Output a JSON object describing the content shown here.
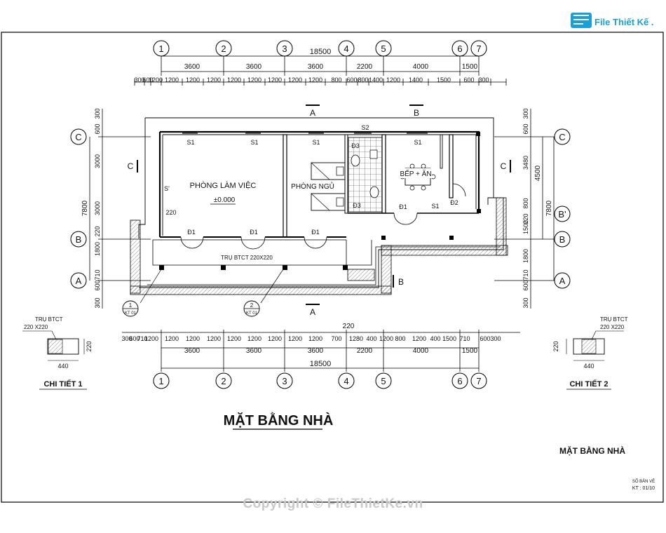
{
  "logo": {
    "text": "File Thiết Kế .vn"
  },
  "title_main": "MẶT BẰNG NHÀ",
  "title_small": "MẶT BẰNG NHÀ",
  "sheet": {
    "label": "SỐ BẢN VẼ",
    "code": "KT : 01/10"
  },
  "grid_axes": [
    "1",
    "2",
    "3",
    "4",
    "5",
    "6",
    "7"
  ],
  "row_axes_left": [
    "C",
    "B",
    "A"
  ],
  "row_axes_right": [
    "C",
    "B'",
    "B",
    "A"
  ],
  "total_dim": "18500",
  "top_bay_dims": [
    "3600",
    "3600",
    "3600",
    "2200",
    "4000",
    "1500"
  ],
  "top_detail_dims": [
    "300",
    "600",
    "1200",
    "1200",
    "1200",
    "1200",
    "1200",
    "1200",
    "1200",
    "1200",
    "1200",
    "800",
    "600",
    "800",
    "1400",
    "1200",
    "1400",
    "1500",
    "600",
    "300"
  ],
  "bottom_detail_dims": [
    "300",
    "600",
    "710",
    "1200",
    "1200",
    "1200",
    "1200",
    "1200",
    "1200",
    "1200",
    "1200",
    "1200",
    "700",
    "1280",
    "400",
    "1200",
    "800",
    "1200",
    "400",
    "1500",
    "710",
    "600",
    "300"
  ],
  "bottom_extra_dim": "220",
  "left_dims": {
    "detail": [
      "300",
      "600",
      "3000",
      "3000",
      "220",
      "1800",
      "710",
      "600",
      "300"
    ],
    "total": "7800"
  },
  "right_dims": {
    "detail": [
      "300",
      "600",
      "3480",
      "800",
      "220",
      "1500",
      "1800",
      "710",
      "600",
      "300"
    ],
    "mid": "4500",
    "total": "7800"
  },
  "rooms": {
    "office": "PHÒNG LÀM VIỆC",
    "bedroom": "PHÒNG NGỦ",
    "kitchen": "BẾP + ĂN"
  },
  "level_mark": "±0.000",
  "column_note": "TRỤ BTCT 220X220",
  "windows": [
    "S1",
    "S1",
    "S1",
    "S1",
    "S1",
    "S2",
    "S'"
  ],
  "doors": [
    "Đ1",
    "Đ1",
    "Đ1",
    "Đ1",
    "Đ2",
    "Đ3",
    "Đ3"
  ],
  "wall_dim": "220",
  "sections": {
    "a": "A",
    "b": "B",
    "c": "C"
  },
  "callouts": [
    {
      "num": "1",
      "ref": "KT 01"
    },
    {
      "num": "2",
      "ref": "KT 01"
    }
  ],
  "detail1": {
    "label": "TRỤ BTCT",
    "size": "220 X220",
    "width": "440",
    "height": "220",
    "title": "CHI TIẾT 1"
  },
  "detail2": {
    "label": "TRỤ BTCT",
    "size": "220 X220",
    "width": "440",
    "height": "220",
    "title": "CHI TIẾT 2"
  },
  "copyright": "Copyright © FileThietKe.vn"
}
